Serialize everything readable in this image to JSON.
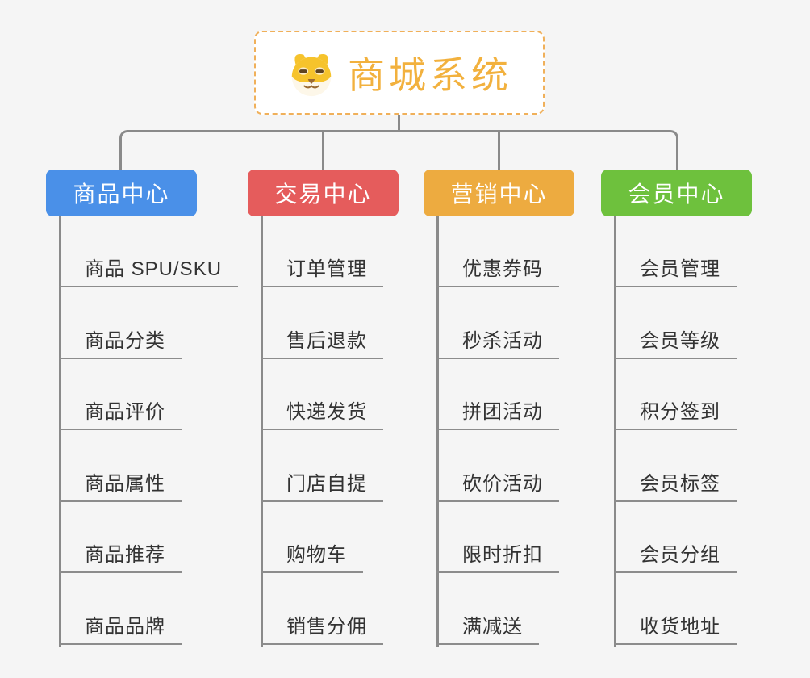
{
  "root": {
    "title": "商城系统",
    "icon": "dog-face"
  },
  "colors": {
    "background": "#f5f5f5",
    "connector": "#8a8a8a",
    "root_border": "#f0b05a",
    "root_text": "#f2b13e",
    "leaf_text": "#333333",
    "branch_text": "#ffffff"
  },
  "branches": [
    {
      "label": "商品中心",
      "color": "#4a90e8",
      "items": [
        "商品 SPU/SKU",
        "商品分类",
        "商品评价",
        "商品属性",
        "商品推荐",
        "商品品牌"
      ]
    },
    {
      "label": "交易中心",
      "color": "#e55c5c",
      "items": [
        "订单管理",
        "售后退款",
        "快递发货",
        "门店自提",
        "购物车",
        "销售分佣"
      ]
    },
    {
      "label": "营销中心",
      "color": "#edab40",
      "items": [
        "优惠券码",
        "秒杀活动",
        "拼团活动",
        "砍价活动",
        "限时折扣",
        "满减送"
      ]
    },
    {
      "label": "会员中心",
      "color": "#6ec13d",
      "items": [
        "会员管理",
        "会员等级",
        "积分签到",
        "会员标签",
        "会员分组",
        "收货地址"
      ]
    }
  ]
}
